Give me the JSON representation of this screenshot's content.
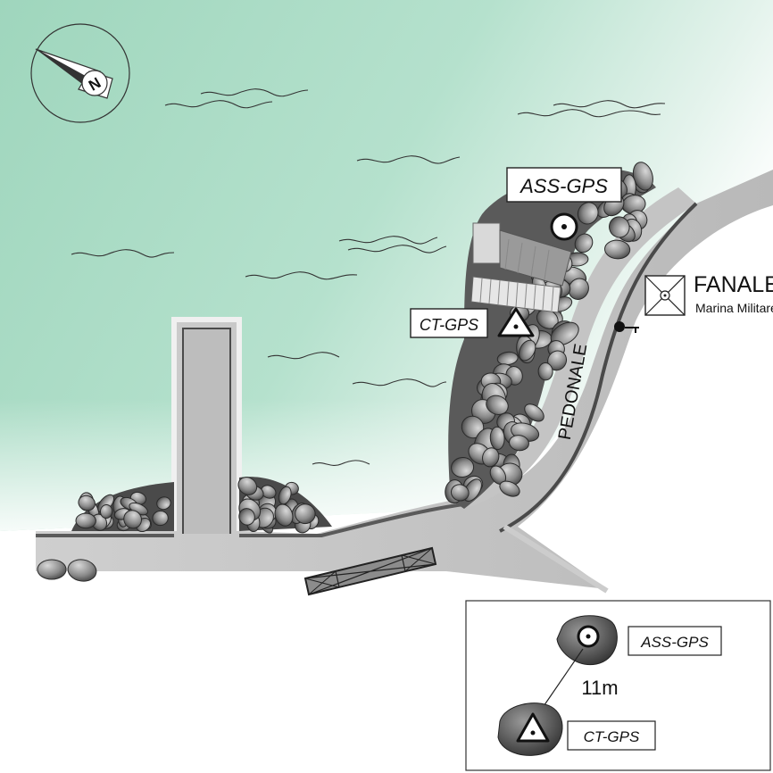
{
  "map": {
    "labels": {
      "station_main": "ASS-GPS",
      "station_ct": "CT-GPS",
      "lighthouse": "FANALE",
      "lighthouse_sub": "Marina Militare",
      "walkway": "PEDONALE",
      "compass": "N"
    },
    "inset": {
      "station_main": "ASS-GPS",
      "station_ct": "CT-GPS",
      "distance": "11m"
    },
    "colors": {
      "sea_top": "#a9dcc4",
      "land": "#ffffff",
      "pier": "#c8c8c8",
      "rocks": "#6a6a6a",
      "outline": "#3a3a3a"
    },
    "icons": [
      "compass-rose-icon",
      "gps-station-icon",
      "control-point-triangle-icon",
      "lighthouse-icon",
      "key-marker-icon",
      "rock-icon"
    ]
  }
}
